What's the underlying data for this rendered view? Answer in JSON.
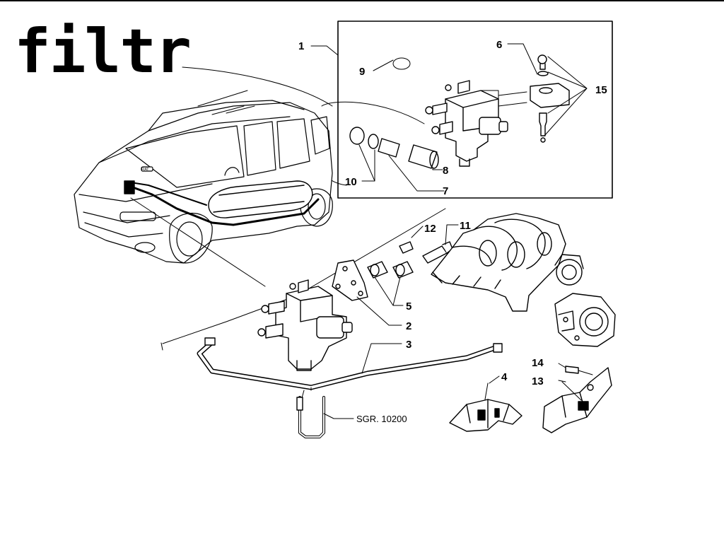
{
  "annotation": "filtr",
  "callouts": [
    {
      "id": "1",
      "text": "1"
    },
    {
      "id": "2",
      "text": "2"
    },
    {
      "id": "3",
      "text": "3"
    },
    {
      "id": "4",
      "text": "4"
    },
    {
      "id": "5",
      "text": "5"
    },
    {
      "id": "6",
      "text": "6"
    },
    {
      "id": "7",
      "text": "7"
    },
    {
      "id": "8",
      "text": "8"
    },
    {
      "id": "9",
      "text": "9"
    },
    {
      "id": "10",
      "text": "10"
    },
    {
      "id": "11",
      "text": "11"
    },
    {
      "id": "12",
      "text": "12"
    },
    {
      "id": "13",
      "text": "13"
    },
    {
      "id": "14",
      "text": "14"
    },
    {
      "id": "15",
      "text": "15"
    }
  ],
  "reference": "SGR. 10200",
  "car_badge": "FIAT",
  "colors": {
    "ink": "#000000",
    "background": "#ffffff"
  }
}
